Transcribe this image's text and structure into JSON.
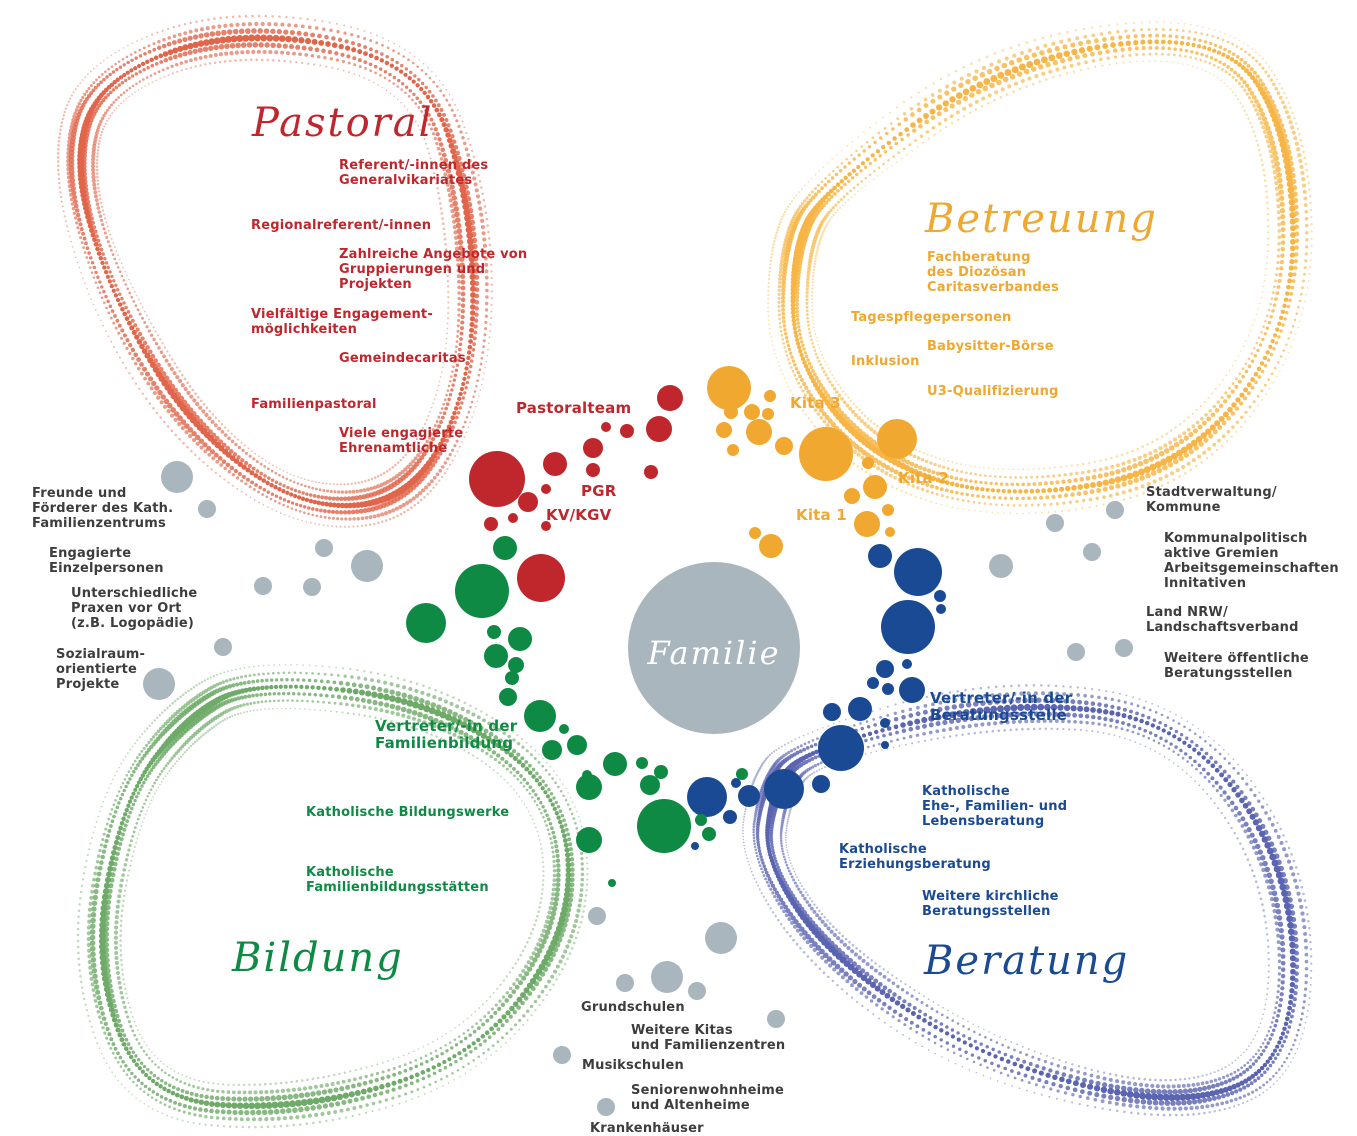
{
  "colors": {
    "pastoral": "#c0272d",
    "betreuung": "#f0a830",
    "beratung": "#1a4a94",
    "bildung": "#0e8a44",
    "external": "#a9b6be",
    "pastoral_wing": "#e0654a",
    "betreuung_wing": "#f6b545",
    "beratung_wing": "#5a64b0",
    "bildung_wing": "#6eaa68"
  },
  "center": {
    "label": "Familie"
  },
  "sections": {
    "pastoral": {
      "title": "Pastoral",
      "items": [
        "Referent/-innen des\nGeneralvikariates",
        "Regionalreferent/-innen",
        "Zahlreiche Angebote von\nGruppierungen und\nProjekten",
        "Vielfältige Engagement-\nmöglichkeiten",
        "Gemeindecaritas",
        "Familienpastoral",
        "Viele engagierte\nEhrenamtliche"
      ],
      "ring_labels": [
        "Pastoralteam",
        "PGR",
        "KV/KGV"
      ]
    },
    "betreuung": {
      "title": "Betreuung",
      "items": [
        "Fachberatung\ndes Diozösan\nCaritasverbandes",
        "Tagespflegepersonen",
        "Babysitter-Börse",
        "Inklusion",
        "U3-Qualifizierung"
      ],
      "ring_labels": [
        "Kita 3",
        "Kita 2",
        "Kita 1"
      ]
    },
    "beratung": {
      "title": "Beratung",
      "items": [
        "Katholische\nEhe-, Familien- und\nLebensberatung",
        "Katholische\nErziehungsberatung",
        "Weitere kirchliche\nBeratungsstellen"
      ],
      "ring_labels": [
        "Vertreter/-in der\nBeratungsstelle"
      ]
    },
    "bildung": {
      "title": "Bildung",
      "items": [
        "Katholische Bildungswerke",
        "Katholische\nFamilienbildungsstätten"
      ],
      "ring_labels": [
        "Vertreter/-in der\nFamilienbildung"
      ]
    }
  },
  "external": {
    "left": [
      "Freunde und\nFörderer des Kath.\nFamilienzentrums",
      "Engagierte\nEinzelpersonen",
      "Unterschiedliche\nPraxen vor Ort\n(z.B. Logopädie)",
      "Sozialraum-\norientierte\nProjekte"
    ],
    "right": [
      "Stadtverwaltung/\nKommune",
      "Kommunalpolitisch\naktive Gremien\nArbeitsgemeinschaften\nInnitativen",
      "Land NRW/\nLandschaftsverband",
      "Weitere öffentliche\nBeratungsstellen"
    ],
    "bottom": [
      "Grundschulen",
      "Weitere Kitas\nund Familienzentren",
      "Musikschulen",
      "Seniorenwohnheime\nund Altenheime",
      "Krankenhäuser"
    ]
  }
}
